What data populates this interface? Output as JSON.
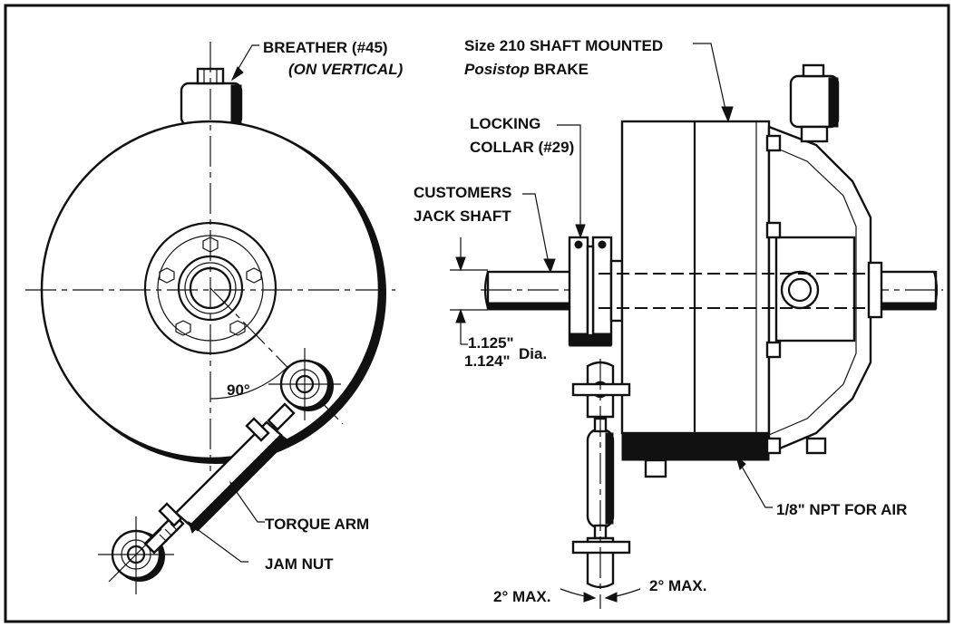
{
  "labels": {
    "breather": "BREATHER (#45)",
    "breather_note": "(ON VERTICAL)",
    "angle": "90°",
    "torque_arm": "TORQUE ARM",
    "jam_nut": "JAM NUT",
    "brake_line1": "Size 210 SHAFT MOUNTED",
    "brake_line2_italic": "Posistop",
    "brake_line2_rest": " BRAKE",
    "collar_line1": "LOCKING",
    "collar_line2": "COLLAR (#29)",
    "shaft_line1": "CUSTOMERS",
    "shaft_line2": "JACK SHAFT",
    "dia_top": "1.125\"",
    "dia_bottom": "1.124\"",
    "dia_unit": "Dia.",
    "air": "1/8\" NPT FOR AIR",
    "max_left": "2° MAX.",
    "max_right": "2° MAX."
  }
}
